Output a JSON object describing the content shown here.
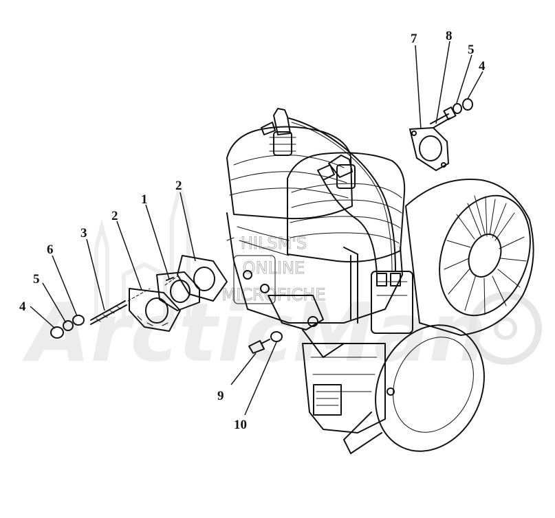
{
  "watermark": {
    "line1": "HILSM'S",
    "line2": "ONLINE",
    "line3": "MICROFICHE",
    "brand": "ArcticMan"
  },
  "callouts": {
    "c1": "1",
    "c2a": "2",
    "c2b": "2",
    "c3": "3",
    "c4a": "4",
    "c4b": "4",
    "c5a": "5",
    "c5b": "5",
    "c6": "6",
    "c7": "7",
    "c8": "8",
    "c9": "9",
    "c10": "10"
  }
}
